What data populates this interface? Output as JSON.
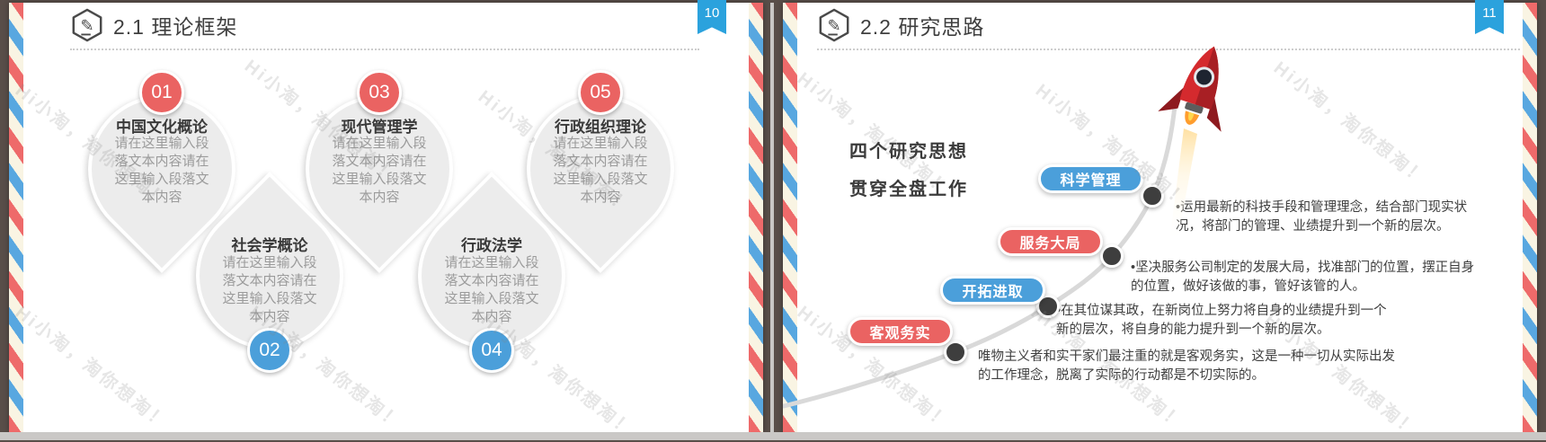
{
  "watermark": {
    "text": "Hi小淘，淘你想淘！"
  },
  "colors": {
    "red": "#ea6362",
    "blue": "#4b9fda",
    "badge-blue": "#2ba2dd",
    "stripe-red": "#ee6a6a",
    "stripe-blue": "#58a7e0",
    "stripe-cream": "#f9f4e3",
    "frame-dark": "#594e49",
    "curve-gray": "#d9d9d9",
    "footer-gray": "#cac8c6"
  },
  "slide_left": {
    "page_number": "10",
    "header": {
      "icon": "pencil-hexagon-icon",
      "title": "2.1 理论框架"
    },
    "balloons": [
      {
        "num": "01",
        "color": "red",
        "title": "中国文化概论",
        "body": "请在这里输入段落文本内容请在这里输入段落文本内容"
      },
      {
        "num": "02",
        "color": "blue",
        "title": "社会学概论",
        "body": "请在这里输入段落文本内容请在这里输入段落文本内容"
      },
      {
        "num": "03",
        "color": "red",
        "title": "现代管理学",
        "body": "请在这里输入段落文本内容请在这里输入段落文本内容"
      },
      {
        "num": "04",
        "color": "blue",
        "title": "行政法学",
        "body": "请在这里输入段落文本内容请在这里输入段落文本内容"
      },
      {
        "num": "05",
        "color": "red",
        "title": "行政组织理论",
        "body": "请在这里输入段落文本内容请在这里输入段落文本内容"
      }
    ]
  },
  "slide_right": {
    "page_number": "11",
    "header": {
      "icon": "pencil-hexagon-icon",
      "title": "2.2 研究思路"
    },
    "heading": {
      "line1": "四个研究思想",
      "line2": "贯穿全盘工作"
    },
    "rocket_icon": "rocket-icon",
    "pills": [
      {
        "label": "科学管理",
        "color": "blue"
      },
      {
        "label": "服务大局",
        "color": "red"
      },
      {
        "label": "开拓进取",
        "color": "blue"
      },
      {
        "label": "客观务实",
        "color": "red"
      }
    ],
    "paragraphs": [
      "•运用最新的科技手段和管理理念，结合部门现实状况，将部门的管理、业绩提升到一个新的层次。",
      "•坚决服务公司制定的发展大局，找准部门的位置，摆正自身的位置，做好该做的事，管好该管的人。",
      "•在其位谋其政，在新岗位上努力将自身的业绩提升到一个新的层次，将自身的能力提升到一个新的层次。",
      "唯物主义者和实干家们最注重的就是客观务实，这是一种一切从实际出发的工作理念，脱离了实际的行动都是不切实际的。"
    ]
  }
}
